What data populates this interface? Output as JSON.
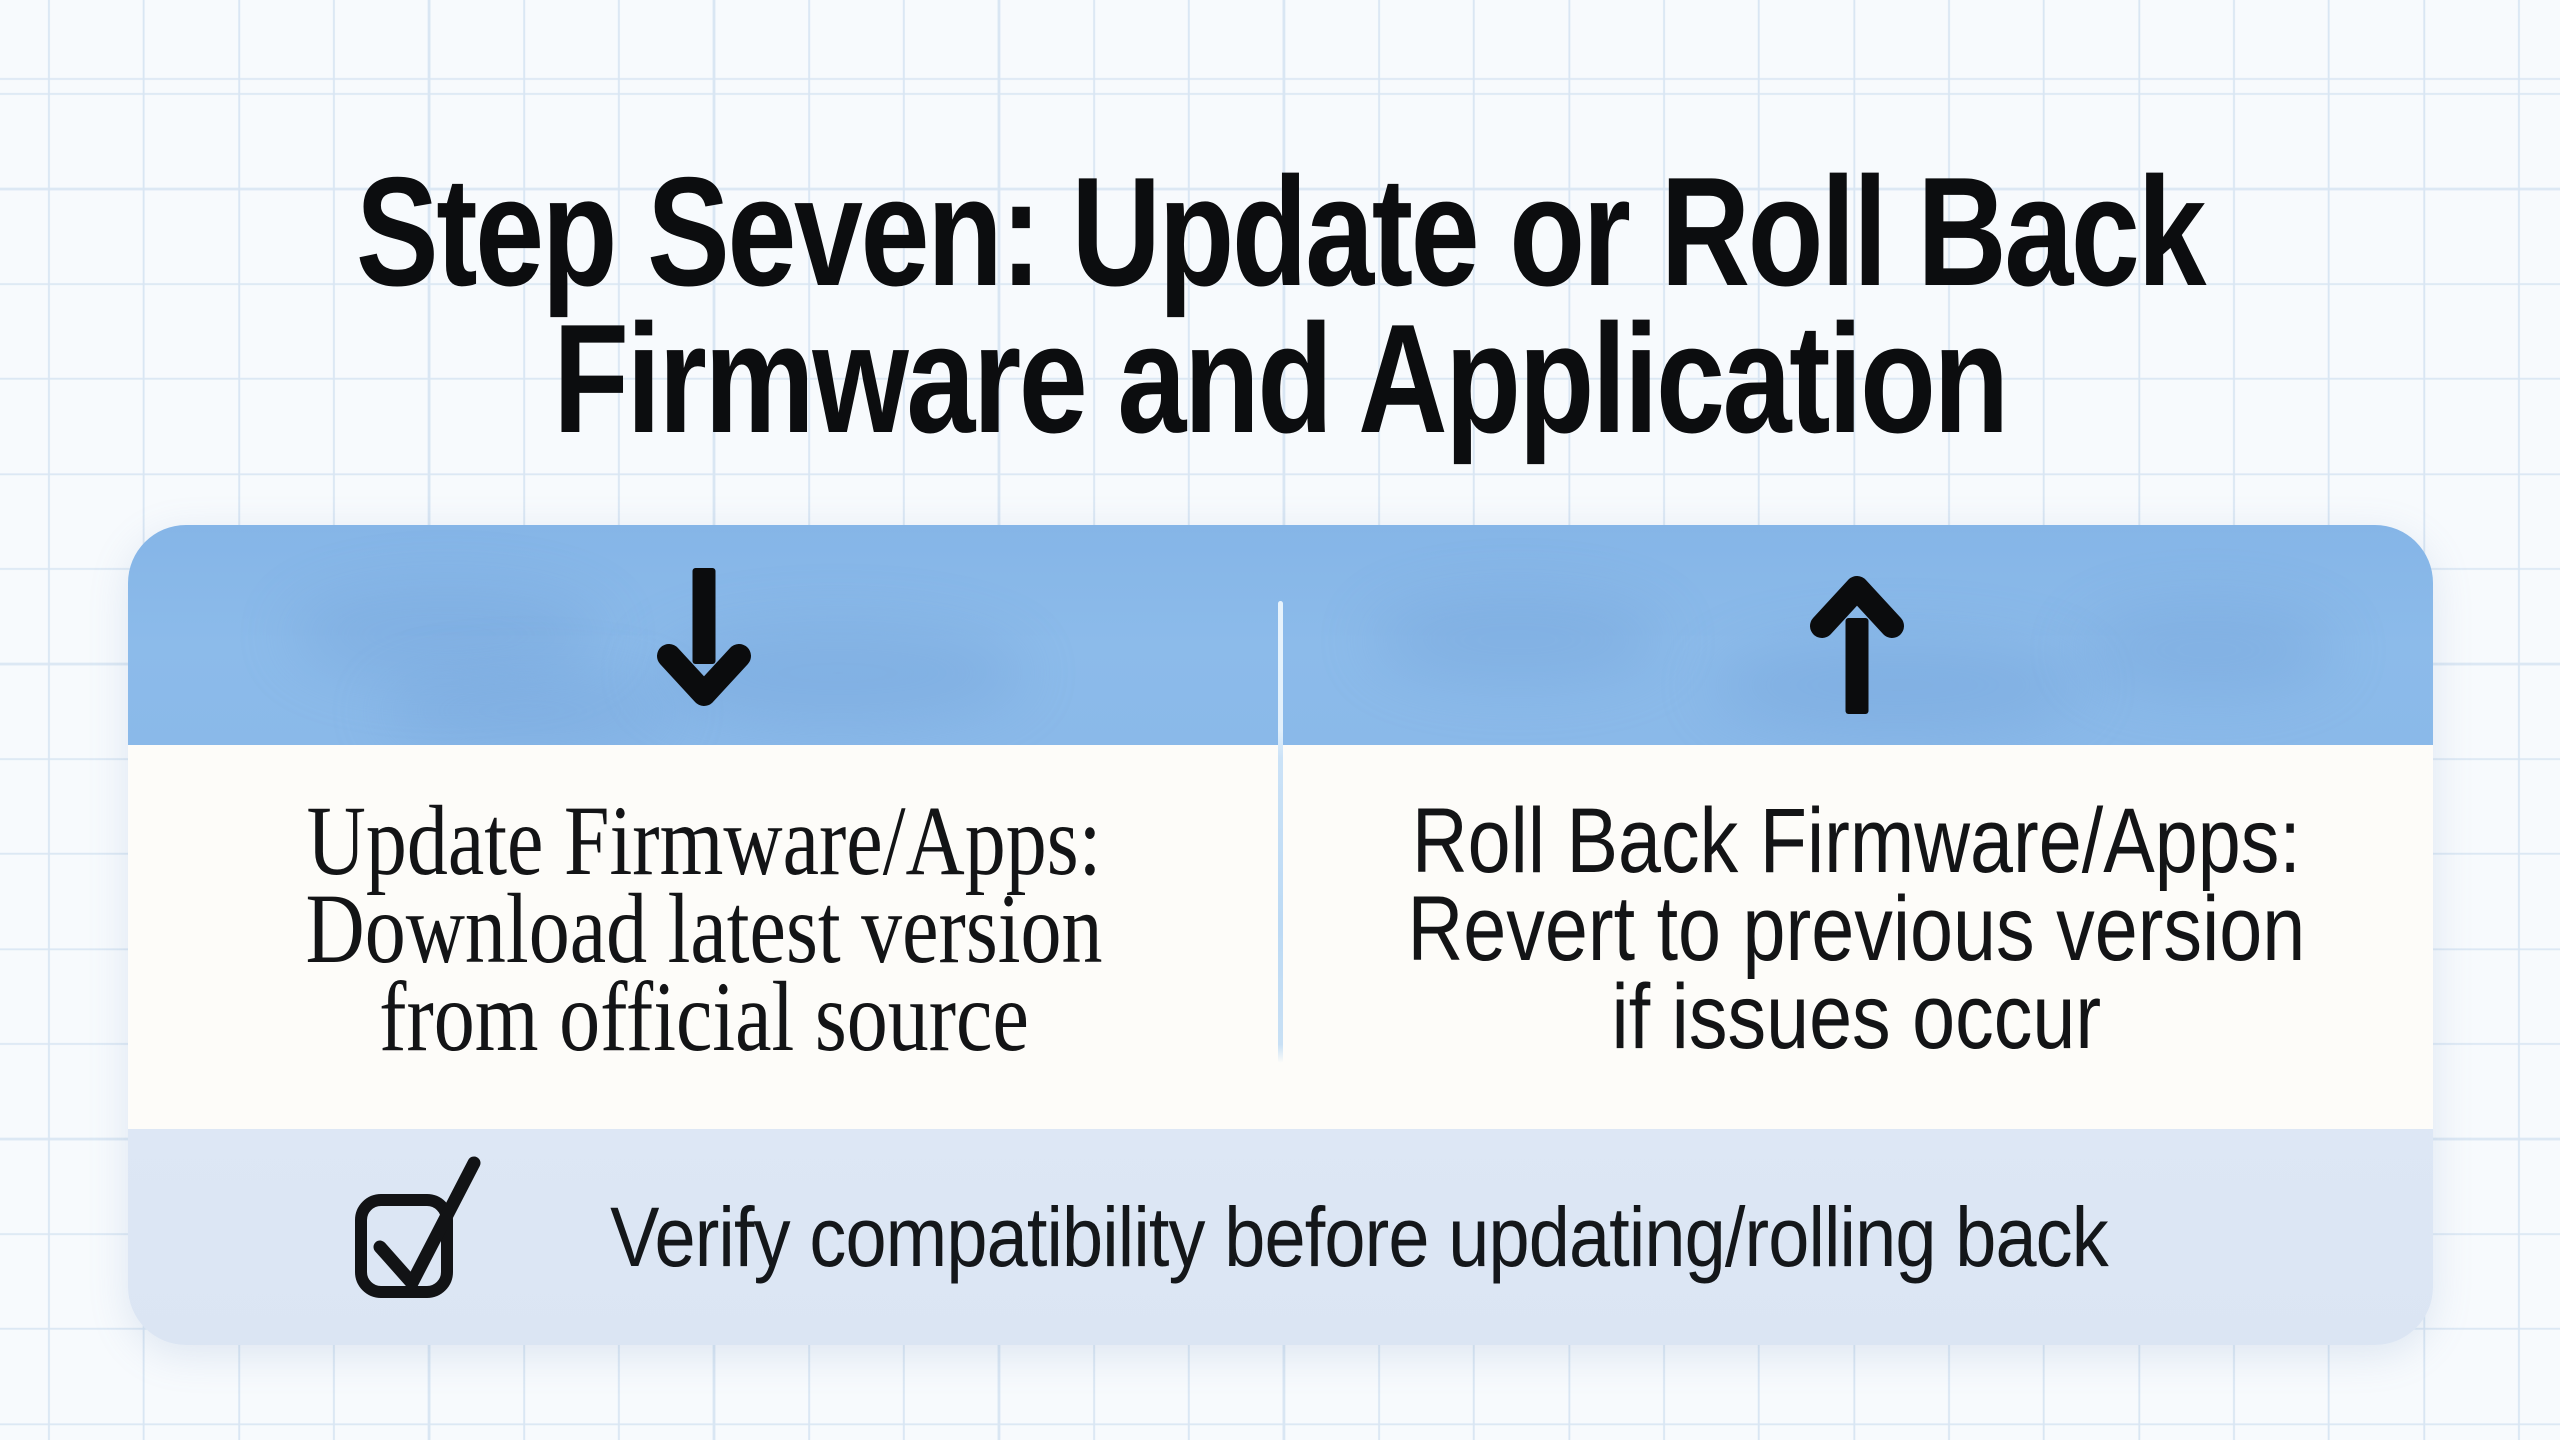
{
  "title": {
    "line1": "Step Seven: Update or Roll Back",
    "line2": "Firmware and Application"
  },
  "card": {
    "header": {
      "left_icon": "arrow-down",
      "right_icon": "arrow-up"
    },
    "left_column": {
      "lines": {
        "0": "Update Firmware/Apps:",
        "1": "Download latest version",
        "2": "from official source"
      }
    },
    "right_column": {
      "lines": {
        "0": "Roll Back Firmware/Apps:",
        "1": "Revert to previous version",
        "2": "if issues occur"
      }
    },
    "footer": {
      "icon": "checkbox-checked",
      "text": "Verify compatibility before updating/rolling back"
    }
  },
  "colors": {
    "background": "#f7fafd",
    "grid_line": "#d9e6f3",
    "header_blue": "#8ab9e9",
    "panel_white": "#fdfcf9",
    "footer_band": "#dce6f4",
    "divider": "#c4def5",
    "text": "#111316"
  }
}
